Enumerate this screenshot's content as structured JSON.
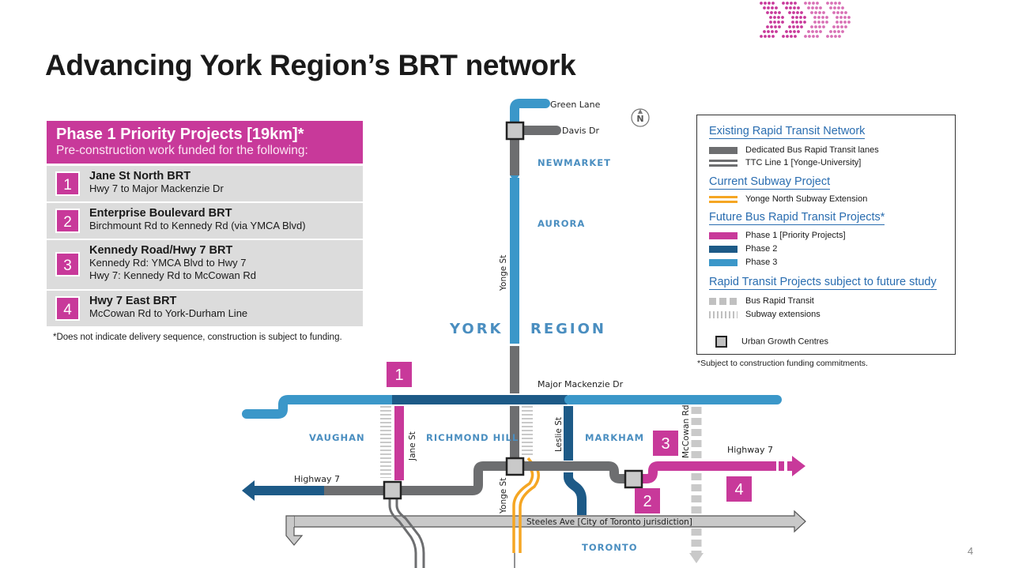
{
  "title": "Advancing York Region’s BRT network",
  "page_number": "4",
  "phase_panel": {
    "title": "Phase 1 Priority Projects [19km]*",
    "subtitle": "Pre-construction work funded for the following:",
    "projects": [
      {
        "number": "1",
        "name": "Jane St North BRT",
        "details": [
          "Hwy 7 to Major Mackenzie Dr"
        ]
      },
      {
        "number": "2",
        "name": "Enterprise Boulevard BRT",
        "details": [
          "Birchmount Rd to Kennedy Rd (via YMCA Blvd)"
        ]
      },
      {
        "number": "3",
        "name": "Kennedy Road/Hwy 7 BRT",
        "details": [
          "Kennedy Rd: YMCA Blvd to Hwy 7",
          "Hwy 7: Kennedy Rd to McCowan Rd"
        ]
      },
      {
        "number": "4",
        "name": "Hwy 7 East BRT",
        "details": [
          "McCowan Rd to York-Durham Line"
        ]
      }
    ],
    "footnote": "*Does not indicate delivery sequence, construction is subject to funding."
  },
  "legend": {
    "sections": [
      {
        "heading": "Existing Rapid Transit Network",
        "items": [
          {
            "label": "Dedicated Bus Rapid Transit lanes",
            "color": "#6d6e70",
            "style": "solid"
          },
          {
            "label": "TTC Line 1 [Yonge-University]",
            "color": "#6d6e70",
            "style": "double"
          }
        ]
      },
      {
        "heading": "Current Subway Project",
        "items": [
          {
            "label": "Yonge North Subway Extension",
            "color": "#f5a623",
            "style": "double"
          }
        ]
      },
      {
        "heading": "Future Bus Rapid Transit Projects*",
        "items": [
          {
            "label": "Phase 1 [Priority Projects]",
            "color": "#c8399a",
            "style": "solid"
          },
          {
            "label": "Phase 2",
            "color": "#1d5a87",
            "style": "solid"
          },
          {
            "label": "Phase 3",
            "color": "#3b97c9",
            "style": "solid"
          }
        ]
      },
      {
        "heading": "Rapid Transit Projects subject to future study",
        "items": [
          {
            "label": "Bus Rapid Transit",
            "color": "#c0c0c0",
            "style": "dashed"
          },
          {
            "label": "Subway extensions",
            "color": "#c0c0c0",
            "style": "ticks"
          },
          {
            "label": "Urban Growth Centres",
            "color": "#c0c0c0",
            "style": "square"
          }
        ]
      }
    ],
    "footnote": "*Subject to construction funding commitments."
  },
  "map_labels": {
    "green_lane": "Green Lane",
    "davis_dr": "Davis Dr",
    "newmarket": "NEWMARKET",
    "aurora": "AURORA",
    "yonge_st": "Yonge St",
    "york": "YORK",
    "region": "REGION",
    "major_mackenzie": "Major Mackenzie Dr",
    "vaughan": "VAUGHAN",
    "richmond_hill": "RICHMOND HILL",
    "markham": "MARKHAM",
    "jane_st": "Jane St",
    "leslie_st": "Leslie St",
    "mccowan_rd": "McCowan Rd",
    "highway7_east": "Highway 7",
    "highway7_west": "Highway 7",
    "steeles": "Steeles Ave [City of Toronto jurisdiction]",
    "toronto": "TORONTO",
    "north": "N"
  },
  "map_markers": [
    "1",
    "2",
    "3",
    "4"
  ],
  "colors": {
    "magenta": "#c8399a",
    "phase2": "#1d5a87",
    "phase3": "#3b97c9",
    "existing": "#6d6e70",
    "subway": "#f5a623",
    "future": "#c0c0c0",
    "heading": "#2a6db0"
  }
}
